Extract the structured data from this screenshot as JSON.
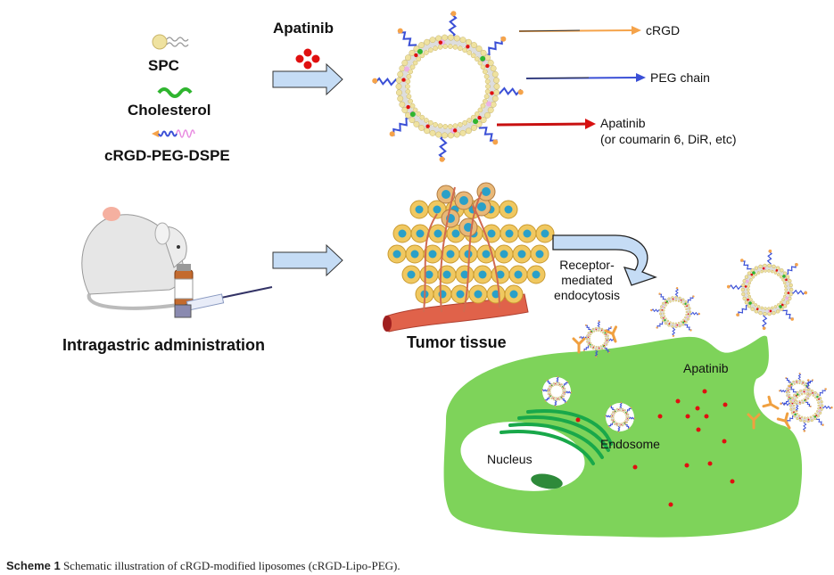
{
  "legend": {
    "spc": "SPC",
    "cholesterol": "Cholesterol",
    "crgd_peg_dspe": "cRGD-PEG-DSPE"
  },
  "drug_label": "Apatinib",
  "liposome_annotations": {
    "crgd": "cRGD",
    "peg": "PEG chain",
    "payload_line1": "Apatinib",
    "payload_line2": "(or coumarin 6, DiR, etc)"
  },
  "administration_label": "Intragastric administration",
  "tumor_label": "Tumor tissue",
  "endocytosis_label": [
    "Receptor-",
    "mediated",
    "endocytosis"
  ],
  "cell": {
    "apatinib": "Apatinib",
    "endosome": "Endosome",
    "nucleus": "Nucleus"
  },
  "caption": {
    "prefix": "Scheme 1",
    "text": "Schematic illustration of cRGD-modified liposomes (cRGD-Lipo-PEG)."
  },
  "colors": {
    "arrow_fill": "#c5dcf5",
    "cell_green": "#7ed35a",
    "drug_red": "#e01010",
    "crgd_orange": "#f5a34a",
    "peg_blue": "#3a4fd6",
    "lipid_yellow": "#efe2a0",
    "cholesterol_green": "#2fb52f",
    "receptor_orange": "#f0a040",
    "vessel_red": "#e0624a",
    "tumor_cell": "#f0c860",
    "nucleus_teal": "#2aa0c8"
  }
}
